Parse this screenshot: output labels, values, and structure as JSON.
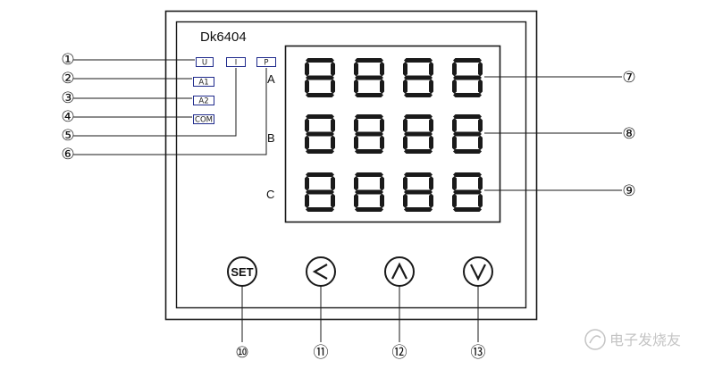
{
  "device": {
    "model": "Dk6404"
  },
  "indicators": [
    "U",
    "I",
    "P",
    "A1",
    "A2",
    "COM"
  ],
  "rows": [
    "A",
    "B",
    "C"
  ],
  "display": {
    "digits_per_row": 4,
    "shown": "8888"
  },
  "buttons": {
    "set": "SET",
    "left": "<",
    "up": "Λ",
    "down": "V"
  },
  "callouts": [
    "①",
    "②",
    "③",
    "④",
    "⑤",
    "⑥",
    "⑦",
    "⑧",
    "⑨",
    "⑩",
    "⑪",
    "⑫",
    "⑬"
  ],
  "watermark": "电子发烧友",
  "colors": {
    "line": "#1a1a1a",
    "indicator_border": "#1f2a8c",
    "watermark": "#c4c4c4"
  }
}
